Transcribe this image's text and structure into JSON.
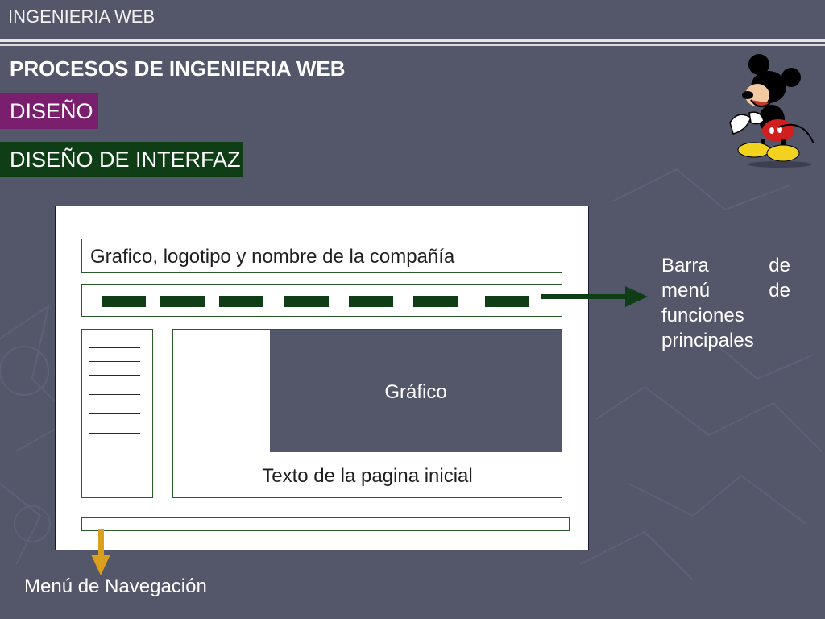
{
  "header": {
    "title": "INGENIERIA WEB"
  },
  "slide": {
    "title": "PROCESOS DE INGENIERIA WEB",
    "section_tag": "DISEÑO",
    "subsection_tag": "DISEÑO DE INTERFAZ"
  },
  "wireframe": {
    "logo_label": "Grafico, logotipo y nombre de la compañía",
    "graphic_label": "Gráfico",
    "content_label": "Texto de la pagina inicial"
  },
  "annotations": {
    "menu_bar": {
      "line1_a": "Barra",
      "line1_b": "de",
      "line2_a": "menú",
      "line2_b": "de",
      "line3": "funciones",
      "line4": "principales"
    },
    "navigation": "Menú de Navegación"
  },
  "colors": {
    "background": "#54566a",
    "section_tag": "#7a1f6e",
    "subsection_tag": "#0f3d15",
    "arrow_right": "#0f3d15",
    "arrow_down": "#d9a01e"
  },
  "icons": [
    "mickey-mouse-clipart",
    "arrow-right-icon",
    "arrow-down-icon"
  ]
}
